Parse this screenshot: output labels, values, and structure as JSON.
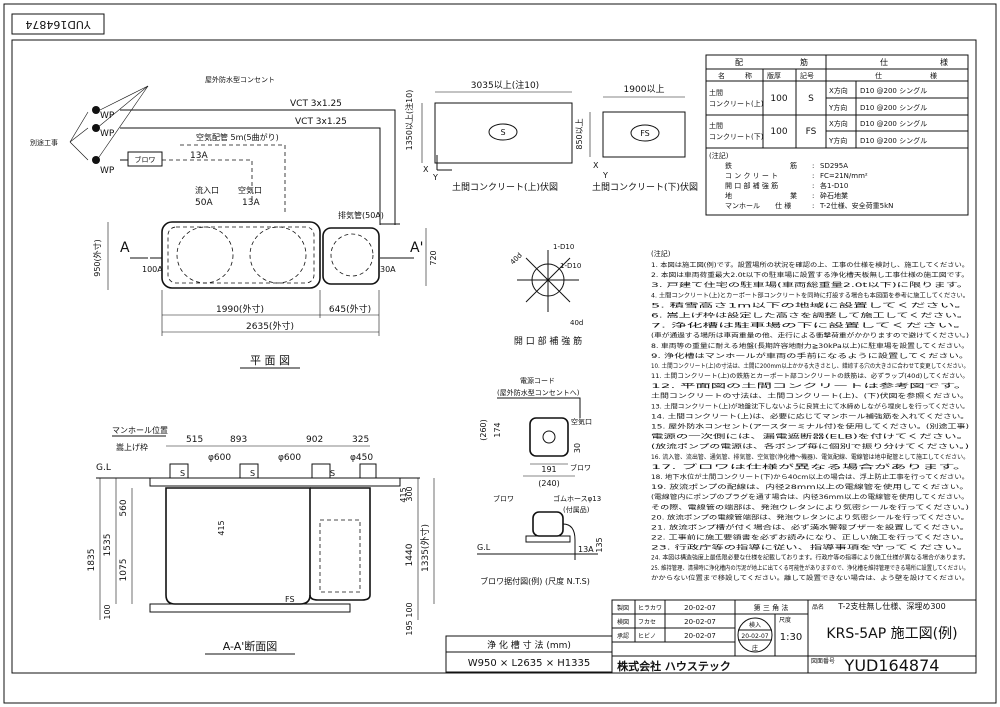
{
  "stamp_code": "YUD164874",
  "plan": {
    "waterproof_outlet": "屋外防水型コンセント",
    "separate_work": "別途工事",
    "wp": "WP",
    "vct1": "VCT 3x1.25",
    "vct2": "VCT 3x1.25",
    "air_pipe": "空気配管 5m(5曲がり)",
    "blower": "ブロワ",
    "a13": "13A",
    "dim_1350": "1350以上(注10)",
    "inlet": "流入口",
    "inlet_size": "50A",
    "airport": "空気口",
    "airport_size": "13A",
    "exhaust": "排気管(50A)",
    "a100": "100A",
    "a30": "30A",
    "A": "A",
    "Ap": "A'",
    "dim_950": "950(外寸)",
    "dim_720": "720",
    "dim_1990": "1990(外寸)",
    "dim_645": "645(外寸)",
    "dim_2635": "2635(外寸)",
    "title": "平 面 図"
  },
  "slab_upper": {
    "dim_width": "3035以上(注10)",
    "mark": "S",
    "caption": "土間コンクリート(上)伏図",
    "x": "X",
    "y": "Y"
  },
  "slab_lower": {
    "dim_width": "1900以上",
    "dim_height": "850以上",
    "mark": "FS",
    "caption": "土間コンクリート(下)伏図",
    "x": "X",
    "y": "Y"
  },
  "rebar_table": {
    "header1": [
      "配",
      "筋",
      "仕",
      "様"
    ],
    "header2": [
      "名",
      "称",
      "版厚",
      "記号",
      "仕",
      "様"
    ],
    "rows": [
      {
        "name1": "土間",
        "name2": "コンクリート(上)",
        "thick": "100",
        "mark": "S",
        "x": "X方向",
        "xs": "D10 @200 シングル",
        "y": "Y方向",
        "ys": "D10 @200 シングル"
      },
      {
        "name1": "土間",
        "name2": "コンクリート(下)",
        "thick": "100",
        "mark": "FS",
        "x": "X方向",
        "xs": "D10 @200 シングル",
        "y": "Y方向",
        "ys": "D10 @200 シングル"
      }
    ],
    "notes_title": "(注記)",
    "specs": [
      [
        "鉄",
        "筋",
        ":",
        "SD295A"
      ],
      [
        "コ ン ク リ ー ト",
        "",
        ":",
        "FC=21N/mm²"
      ],
      [
        "開 口 部 補 強 筋",
        "",
        ":",
        "各1-D10"
      ],
      [
        "地",
        "業",
        ":",
        "砕石地業"
      ],
      [
        "マンホール",
        "仕 様",
        ":",
        "T-2仕様、安全荷重5kN"
      ]
    ]
  },
  "opening": {
    "d1": "1-D10",
    "d2": "1-D10",
    "d40a": "40d",
    "d40b": "40d",
    "caption": "開 口 部 補 強 筋"
  },
  "notes": {
    "title": "(注記)",
    "items": [
      "1. 本図は施工図(例)です。設置場所の状況を確認の上、工事の仕様を検討し、施工してください。",
      "2. 本図は車両荷重最大2.0t以下の駐車場に設置する浄化槽天板無し工事仕様の施工図です。",
      "3. 戸建て住宅の駐車場(車両総重量2.0t以下)に限ります。",
      "4. 土間コンクリート(上)とカーポート部コンクリートを同時に打設する場合も本図面を参考に施工してください。",
      "5. 積雪高さ1m以下の地域に設置してください。",
      "6. 嵩上げ枠は設定した高さを調整して施工してください。",
      "7. 浄化槽は駐車場の下に設置してください。",
      "   (車が通過する場所は車両重量の他、走行による衝撃荷重がかかりますので避けてください。)",
      "8. 車両等の重量に耐える地盤(長期許容地耐力≧30kPa以上)に駐車場を設置してください。",
      "9. 浄化槽はマンホールが車両の手前になるように設置してください。",
      "10. 土間コンクリート(上)の寸法は、土間に200mm以上かかる大きさとし、錯綜する穴の大きさに合わせて変更してください。",
      "11. 土間コンクリート(上)の鉄筋とカーポート部コンクリートの鉄筋は、必ずラップ(40d)してください。",
      "12. 平面図の土間コンクリートは参考図です。",
      "    土間コンクリートの寸法は、土間コンクリート(上)、(下)伏図を参照ください。",
      "13. 土間コンクリート(上)が地盤沈下しないように良質土にて水締めしながら埋戻しを行ってください。",
      "14. 土間コンクリート(上)は、必要に応じてマンホール補強筋を入れてください。",
      "15. 屋外防水コンセント(アースターミナル付)を使用してください。(別途工事)",
      "    電源の一次側には、漏電遮断器(ELB)を付けてください。",
      "    (放流ポンプの電源は、各ポンプ毎に個別で振り分けてください。)",
      "16. 流入管、流出管、通気管、排気管、空気管(浄化槽〜機器)、電気配線、電線管は地中配管として施工してください。",
      "17. ブロワは仕様が異なる場合があります。",
      "18. 地下水位が土間コンクリート(下)から40cm以上の場合は、浮上防止工事を行ってください。",
      "19. 放流ポンプの配線は、内径28mm以上の電線管を使用してください。",
      "    (電線管内にポンプのプラグを通す場合は、内径36mm以上の電線管を使用してください。",
      "    その際、電線管の端部は、発泡ウレタンにより気密シールを行ってください。)",
      "20. 放流ポンプの電線管端部は、発泡ウレタンにより気密シールを行ってください。",
      "21. 放流ポンプ槽が付く場合は、必ず満水警報ブザーを設置してください。",
      "22. 工事前に施工要領書を必ずお読みになり、正しい施工を行ってください。",
      "23. 行政庁等の指導に従い、指導事項を守ってください。",
      "24. 本図は構造強度上最低限必要な仕様を記載しております。行政庁等の指導により施工仕様が異なる場合があります。",
      "25. 維持管理、清掃時に浄化槽内の汚泥が地上に出てくる可能性がありますので、浄化槽を維持管理できる場所に設置してください。",
      "    かからない位置まで移設してください。離して設置できない場合は、よう壁を設けてください。"
    ]
  },
  "section": {
    "manhole_pos": "マンホール位置",
    "riser": "嵩上げ枠",
    "d515": "515",
    "d893": "893",
    "d902": "902",
    "d325": "325",
    "phi600a": "φ600",
    "phi600b": "φ600",
    "phi450": "φ450",
    "gl": "G.L",
    "s": "S",
    "fs": "FS",
    "d560": "560",
    "d1835": "1835",
    "d1535": "1535",
    "d1075": "1075",
    "d415a": "415",
    "d415b": "415",
    "d300": "300",
    "d1440": "1440",
    "d1335": "1335(外寸)",
    "d100a": "100",
    "d100b": "100",
    "d195": "195",
    "title": "A-A'断面図"
  },
  "blower_detail": {
    "power_cord": "電源コード",
    "outlet": "(屋外防水型コンセントへ)",
    "airport": "空気口",
    "blower": "ブロワ",
    "hose": "ゴムホースφ13",
    "accessory": "(付属品)",
    "d260": "(260)",
    "d174": "174",
    "d30": "30",
    "d191": "191",
    "d240": "(240)",
    "a13": "13A",
    "d135": "135",
    "gl": "G.L",
    "caption": "ブロワ据付図(例) (尺度 N.T.S)"
  },
  "tank_size": {
    "label": "浄 化 槽 寸 法 (mm)",
    "value": "W950 × L2635 × H1335"
  },
  "title_block": {
    "rows": [
      {
        "role": "製図",
        "name": "ヒラカワ",
        "date": "20-02-07"
      },
      {
        "role": "検図",
        "name": "フカセ",
        "date": "20-02-07"
      },
      {
        "role": "承認",
        "name": "ヒビノ",
        "date": "20-02-07"
      }
    ],
    "angle": "第 三 角 法",
    "scale_label": "尺度",
    "scale": "1:30",
    "stamp_top": "検入",
    "stamp_date": "20-02-07",
    "stamp_bottom": "庄",
    "name_label": "品名",
    "spec": "T-2支柱無し仕様、深埋め300",
    "model": "KRS-5AP 施工図(例)",
    "company": "株式会社 ハウステック",
    "drawing_label": "図面番号",
    "drawing_no": "YUD164874"
  }
}
